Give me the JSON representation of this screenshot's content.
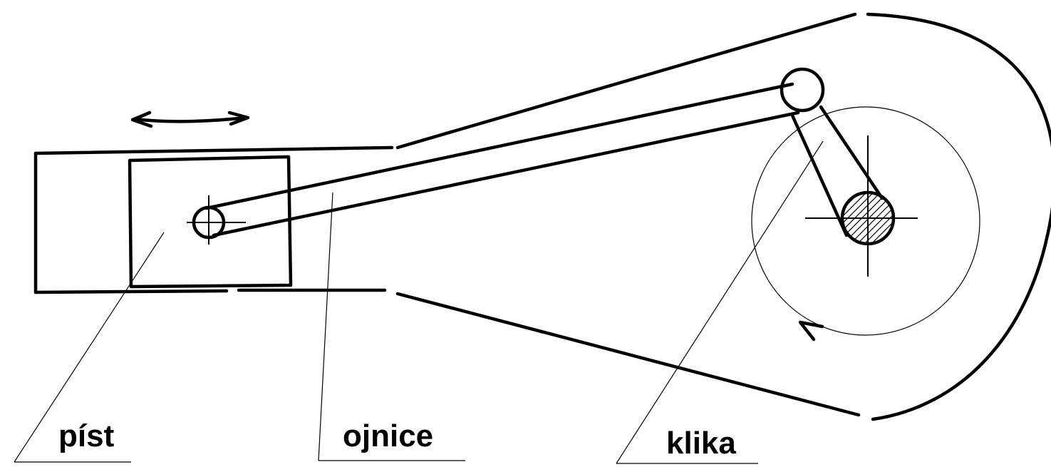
{
  "labels": {
    "piston": "píst",
    "connecting_rod": "ojnice",
    "crank": "klika"
  }
}
